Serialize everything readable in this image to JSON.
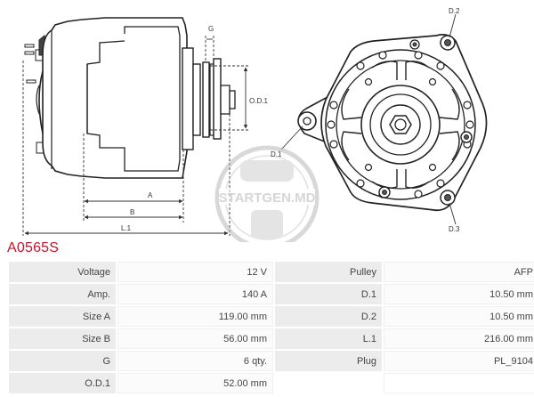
{
  "drawing": {
    "labels": {
      "g": "G",
      "od1": "O.D.1",
      "d1": "D.1",
      "d2": "D.2",
      "d3": "D.3",
      "a": "A",
      "b": "B",
      "l1": "L.1"
    },
    "watermark": "STARTGEN.MD"
  },
  "part_code": "A0565S",
  "specs": {
    "rows": [
      {
        "k1": "Voltage",
        "v1": "12 V",
        "k2": "Pulley",
        "v2": "AFP"
      },
      {
        "k1": "Amp.",
        "v1": "140 A",
        "k2": "D.1",
        "v2": "10.50 mm"
      },
      {
        "k1": "Size A",
        "v1": "119.00 mm",
        "k2": "D.2",
        "v2": "10.50 mm"
      },
      {
        "k1": "Size B",
        "v1": "56.00 mm",
        "k2": "L.1",
        "v2": "216.00 mm"
      },
      {
        "k1": "G",
        "v1": "6 qty.",
        "k2": "Plug",
        "v2": "PL_9104"
      },
      {
        "k1": "O.D.1",
        "v1": "52.00 mm",
        "k2": "",
        "v2": ""
      }
    ]
  }
}
